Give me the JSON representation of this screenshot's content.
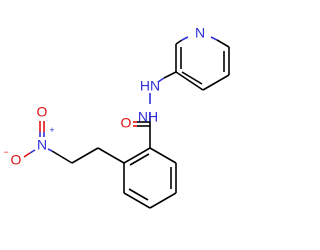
{
  "structure": {
    "atoms": {
      "pyridine_n": "N",
      "hydrazide_nh1": "HN",
      "hydrazide_nh2": "NH",
      "carbonyl_o": "O",
      "nitro_n": "N",
      "nitro_o_double": "O",
      "nitro_o_single": "O"
    },
    "charges": {
      "nitro_n_charge": "+",
      "nitro_o_charge": "−"
    },
    "colors": {
      "nitrogen": "#2f2fd8",
      "oxygen": "#e01010",
      "carbon_bond": "#000000"
    }
  }
}
